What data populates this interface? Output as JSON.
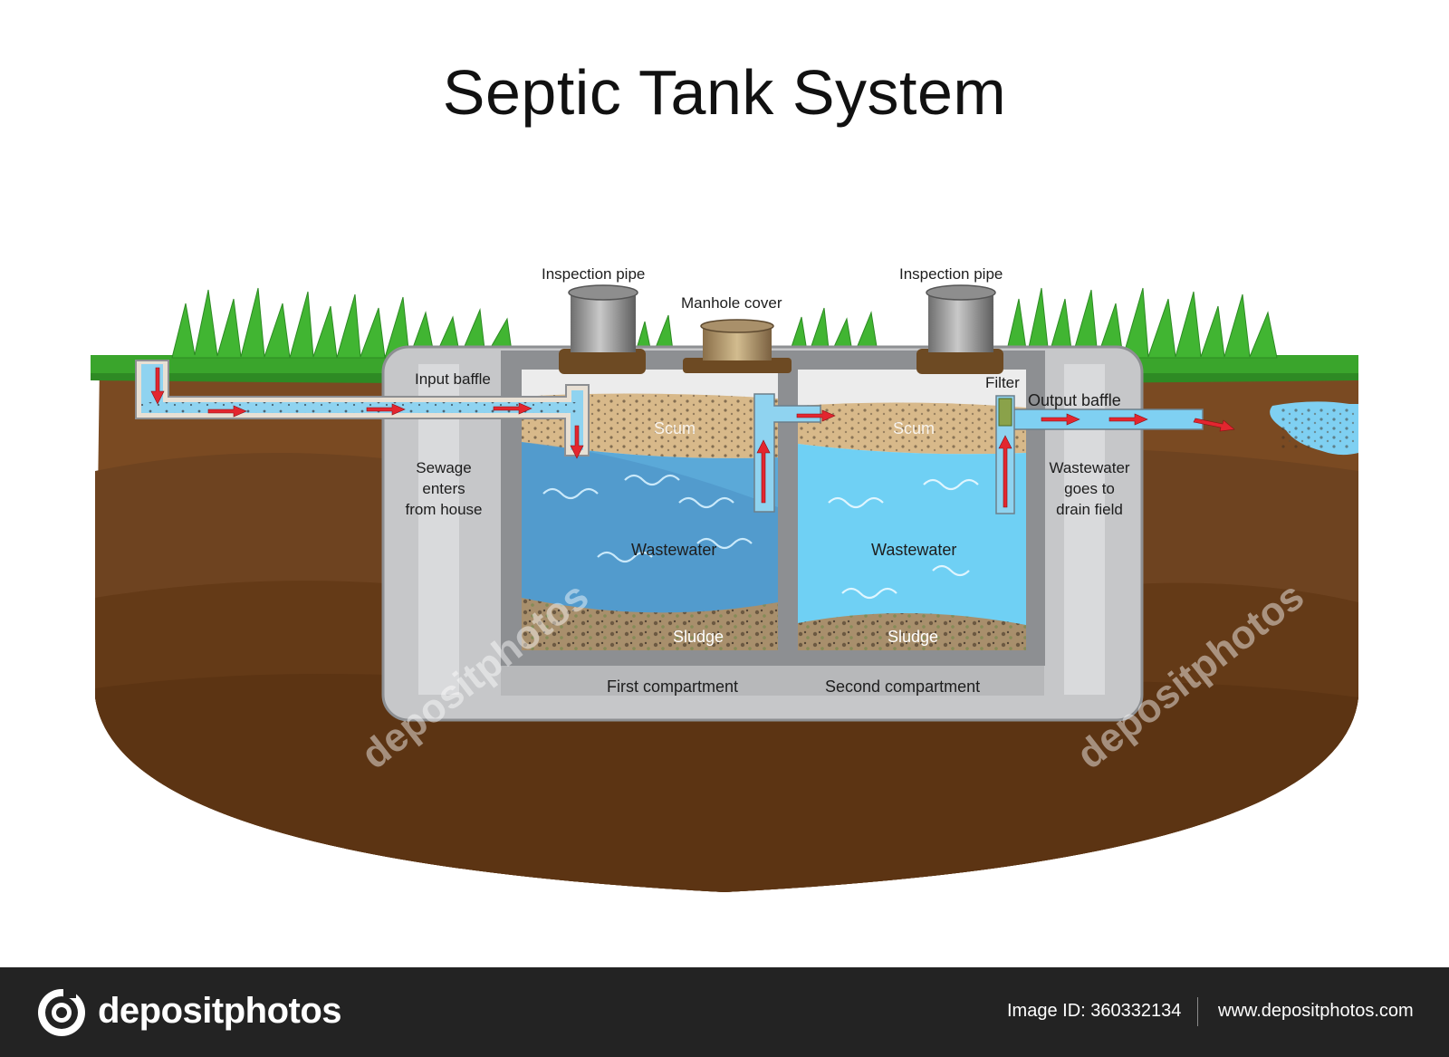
{
  "title": "Septic Tank System",
  "labels": {
    "inspection_pipe_left": "Inspection pipe",
    "inspection_pipe_right": "Inspection pipe",
    "manhole_cover": "Manhole cover",
    "input_baffle": "Input baffle",
    "filter": "Filter",
    "output_baffle": "Output baffle",
    "sewage_enters": [
      "Sewage",
      "enters",
      "from house"
    ],
    "wastewater_goes": [
      "Wastewater",
      "goes to",
      "drain field"
    ],
    "scum_left": "Scum",
    "scum_right": "Scum",
    "wastewater_left": "Wastewater",
    "wastewater_right": "Wastewater",
    "sludge_left": "Sludge",
    "sludge_right": "Sludge",
    "first_compartment": "First compartment",
    "second_compartment": "Second compartment"
  },
  "watermark": "depositphotos",
  "footer": {
    "brand": "depositphotos",
    "image_id": "Image ID: 360332134",
    "website": "www.depositphotos.com"
  },
  "colors": {
    "soil_top": "#7a4a22",
    "soil_mid": "#6b3f1c",
    "soil_bottom": "#5e3512",
    "grass": "#3aa52c",
    "tank_concrete": "#c6c7c9",
    "tank_wall": "#8d8f92",
    "water_first": "#4a9fd4",
    "water_second": "#6fd0f4",
    "scum": "#d8b98a",
    "sludge": "#9b8262",
    "arrow": "#e3262f",
    "pipe": "#7fd0f2"
  }
}
